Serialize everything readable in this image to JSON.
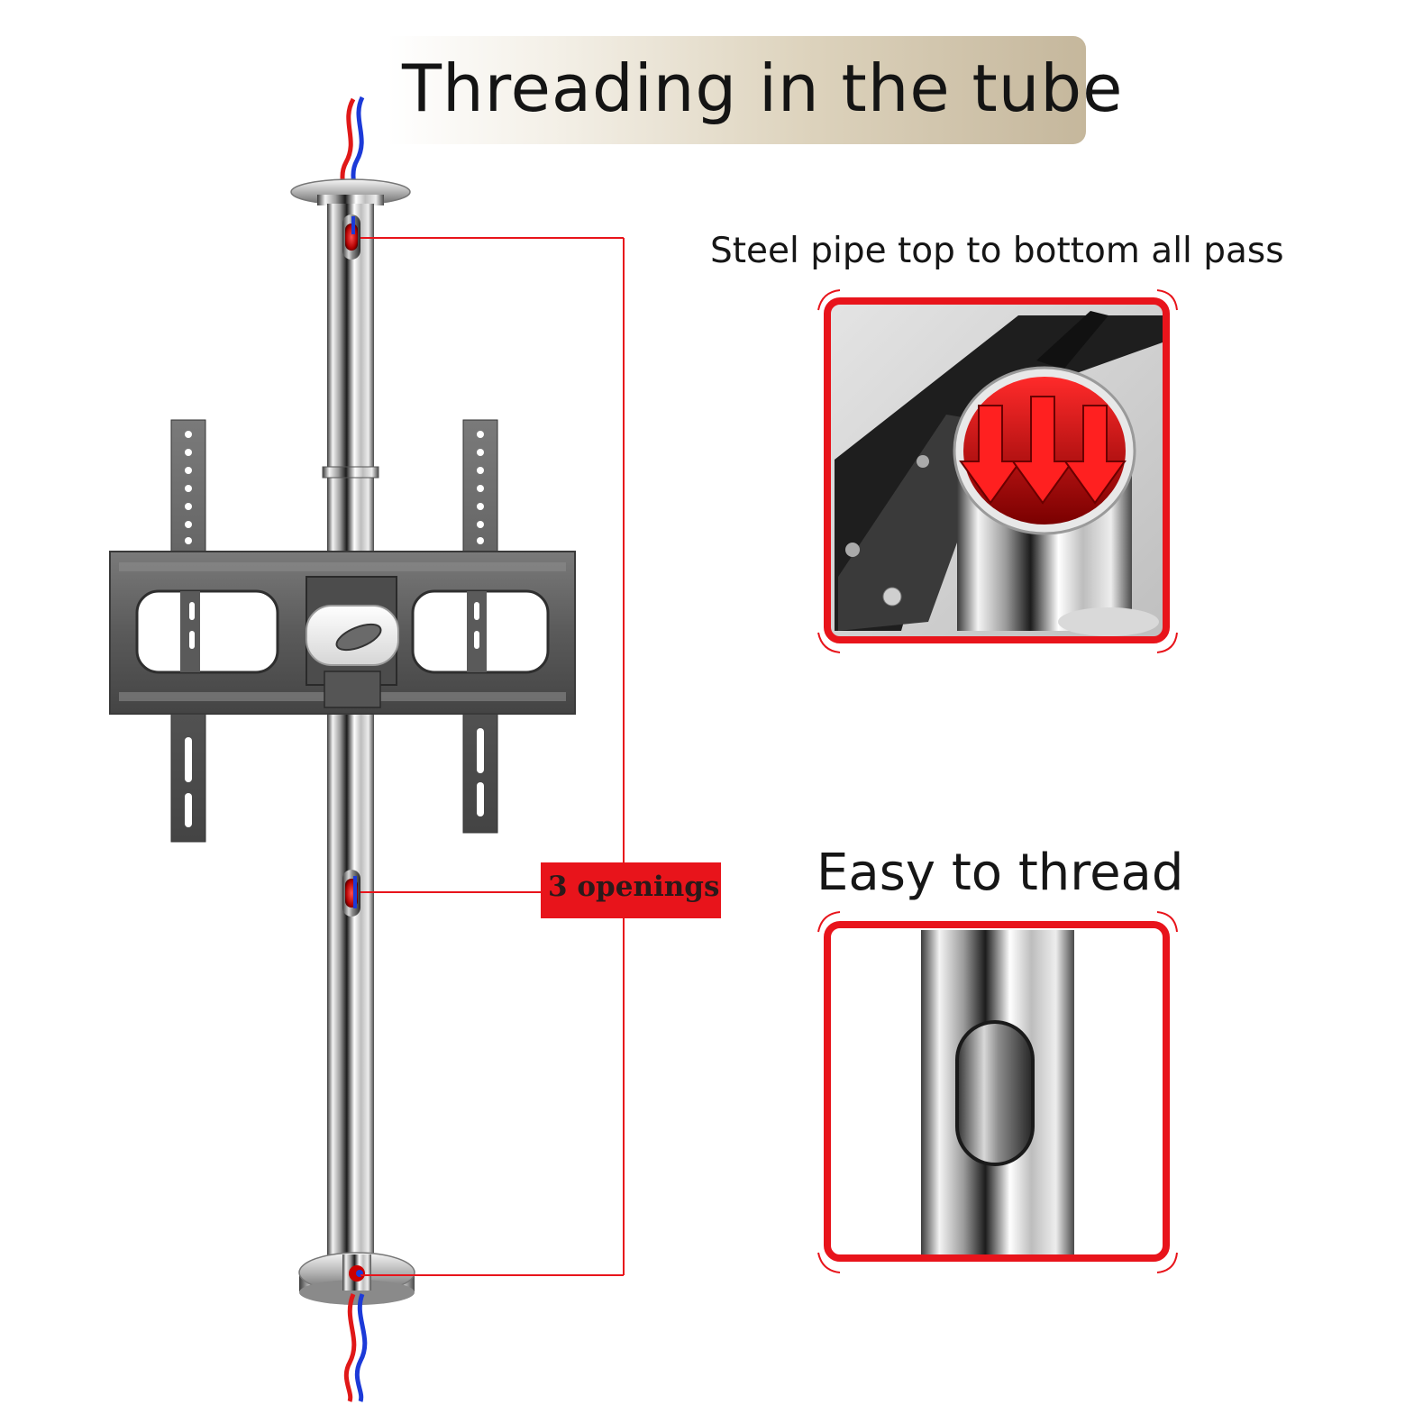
{
  "title": "Threading in the tube",
  "feature_top": {
    "caption": "Steel pipe top to bottom all pass"
  },
  "feature_bottom": {
    "caption": "Easy to thread"
  },
  "callout": {
    "label": "3 openings"
  },
  "colors": {
    "accent_red": "#e8141b",
    "wire_red": "#e01818",
    "wire_blue": "#1c3ad8",
    "steel": "#b8b8b8",
    "bracket": "#5e5e5e",
    "banner_gold": "#c5b79c"
  },
  "icons": [
    "cable-red-icon",
    "cable-blue-icon",
    "down-arrow-icon"
  ]
}
